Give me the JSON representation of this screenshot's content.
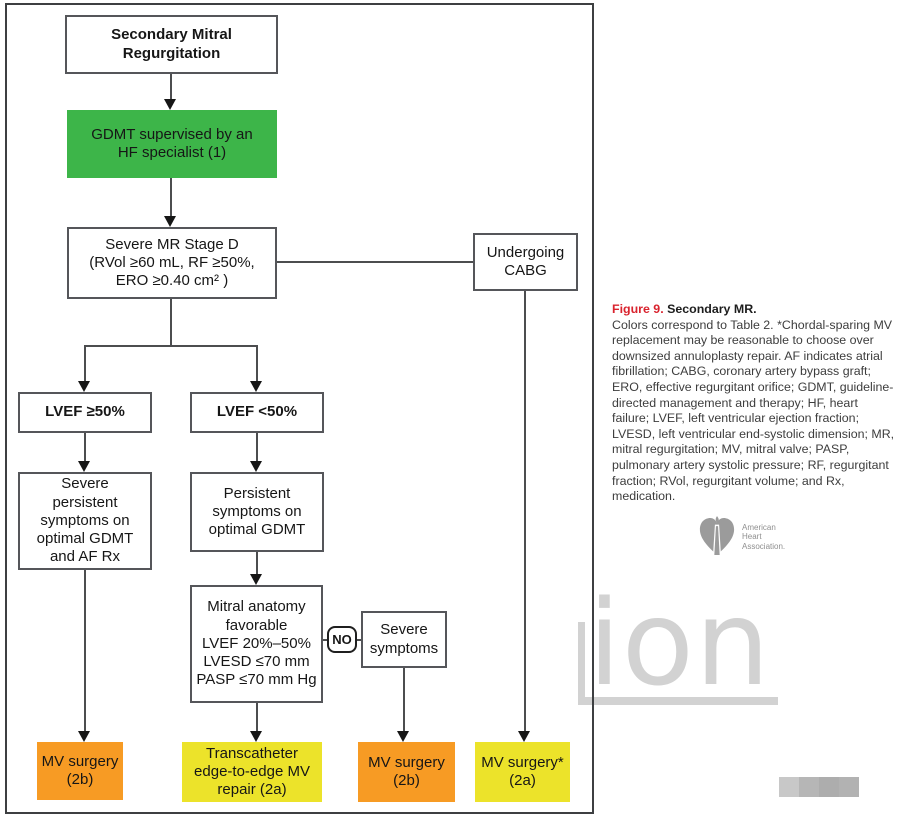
{
  "figure": {
    "caption_label": "Figure 9.",
    "caption_title": "Secondary MR.",
    "caption_body": "Colors correspond to Table 2. *Chordal-sparing MV replacement may be reasonable to choose over downsized annuloplasty repair. AF indicates atrial fibrillation; CABG, coronary artery bypass graft; ERO, effective regurgitant orifice; GDMT, guideline-directed management and therapy; HF, heart failure; LVEF, left ventricular ejection fraction; LVESD, left ventricular end-systolic dimension; MR, mitral regurgitation; MV, mitral valve; PASP, pulmonary artery systolic pressure; RF, regurgitant fraction; RVol, regurgitant volume; and Rx, medication."
  },
  "flowchart": {
    "nodes": {
      "start": "Secondary Mitral\nRegurgitation",
      "gdmt": "GDMT supervised by an\nHF specialist (1)",
      "severe_mr": "Severe MR Stage D\n(RVol ≥60 mL, RF ≥50%,\nERO ≥0.40 cm² )",
      "cabg": "Undergoing\nCABG",
      "lvef_ge50": "LVEF ≥50%",
      "lvef_lt50": "LVEF <50%",
      "severe_persistent": "Severe\npersistent\nsymptoms on\noptimal GDMT\nand AF Rx",
      "persistent": "Persistent\nsymptoms on\noptimal GDMT",
      "mitral_anatomy": "Mitral anatomy\nfavorable\nLVEF 20%–50%\nLVESD ≤70 mm\nPASP ≤70 mm Hg",
      "no_label": "NO",
      "severe_symptoms": "Severe\nsymptoms",
      "mv_surgery_left": "MV surgery\n(2b)",
      "teer": "Transcatheter\nedge-to-edge MV\nrepair (2a)",
      "mv_surgery_mid": "MV surgery\n(2b)",
      "mv_surgery_right": "MV surgery*\n(2a)"
    }
  },
  "colors": {
    "green": "#3db549",
    "orange": "#f79b24",
    "yellow": "#ece32a",
    "caption_red": "#d9232e"
  },
  "logo": {
    "line1": "American",
    "line2": "Heart",
    "line3": "Association."
  },
  "watermark": {
    "text": "ion"
  },
  "blur_bar": {
    "seg1": "#c8c8c8",
    "seg2": "#b6b6b6",
    "seg3": "#adadad",
    "seg4": "#b2b2b2"
  }
}
